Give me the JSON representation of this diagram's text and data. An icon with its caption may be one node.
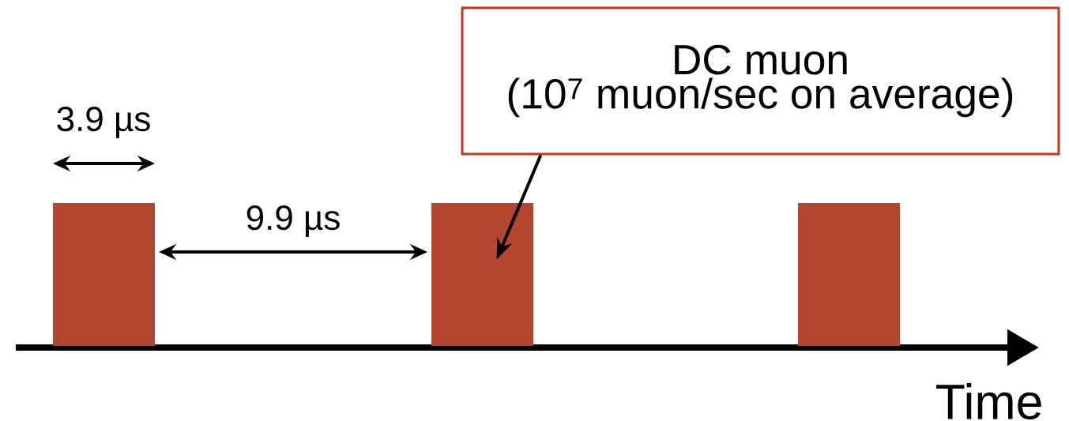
{
  "diagram": {
    "nodes": [
      {
        "text": [
          "DC muon",
          "(10$^{7}$ muon/sec on average)"
        ]
      },
      {
        "text": [],
        "shape": "bar"
      },
      {
        "text": [],
        "shape": "bar"
      },
      {
        "text": [],
        "shape": "bar"
      }
    ],
    "edges": [
      {
        "from": 0,
        "to": 2,
        "arrow": "to"
      }
    ],
    "labels": [
      "3.9 µs",
      "9.9 µs",
      "Time"
    ]
  }
}
